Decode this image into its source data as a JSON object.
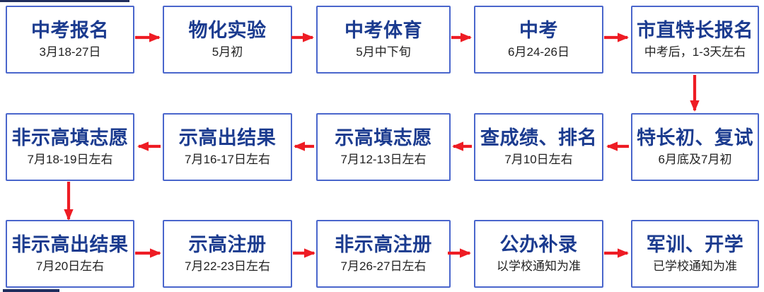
{
  "flowchart": {
    "rows": [
      {
        "flow": "left-to-right",
        "boxes": [
          {
            "title": "中考报名",
            "subtitle": "3月18-27日"
          },
          {
            "title": "物化实验",
            "subtitle": "5月初"
          },
          {
            "title": "中考体育",
            "subtitle": "5月中下旬"
          },
          {
            "title": "中考",
            "subtitle": "6月24-26日"
          },
          {
            "title": "市直特长报名",
            "subtitle": "中考后，1-3天左右"
          }
        ]
      },
      {
        "flow": "right-to-left",
        "boxes": [
          {
            "title": "非示高填志愿",
            "subtitle": "7月18-19日左右"
          },
          {
            "title": "示高出结果",
            "subtitle": "7月16-17日左右"
          },
          {
            "title": "示高填志愿",
            "subtitle": "7月12-13日左右"
          },
          {
            "title": "查成绩、排名",
            "subtitle": "7月10日左右"
          },
          {
            "title": "特长初、复试",
            "subtitle": "6月底及7月初"
          }
        ]
      },
      {
        "flow": "left-to-right",
        "boxes": [
          {
            "title": "非示高出结果",
            "subtitle": "7月20日左右"
          },
          {
            "title": "示高注册",
            "subtitle": "7月22-23日左右"
          },
          {
            "title": "非示高注册",
            "subtitle": "7月26-27日左右"
          },
          {
            "title": "公办补录",
            "subtitle": "以学校通知为准"
          },
          {
            "title": "军训、开学",
            "subtitle": "已学校通知为准"
          }
        ]
      }
    ],
    "colors": {
      "border": "#4a66cc",
      "title": "#1b3b8f",
      "subtitle": "#222222",
      "arrow": "#ee1c24",
      "background": "#ffffff"
    }
  }
}
